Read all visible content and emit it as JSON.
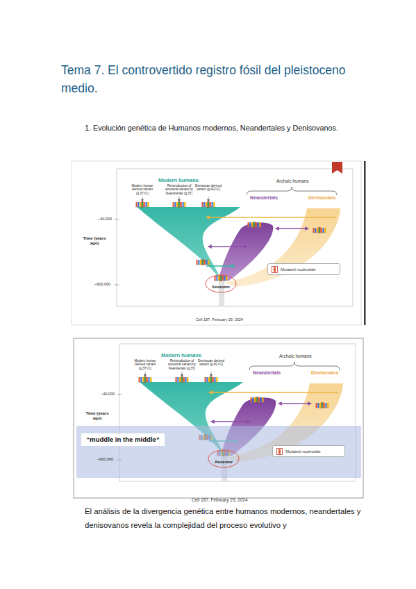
{
  "diagram": {
    "title": "Tema 7. El controvertido registro fósil del pleistoceno medio.",
    "nodes": [
      {
        "text": [
          "Ancestor"
        ]
      },
      {
        "text": [
          "“muddle in the middle”"
        ]
      },
      {
        "text": [
          "Ancestor"
        ]
      }
    ],
    "labels": [
      "1. Evolución genética de Humanos modernos, Neandertales y Denisovanos.",
      "Modern humans",
      "Modern human derived variant (g.3T>C)",
      "Reintroduction of ancestral variant by Neandertals (g.3T)",
      "Denisovan derived variant (g.4G>C)",
      "Archaic humans",
      "Neandertals",
      "Denisovans",
      "~40,000",
      "Time (years ago)",
      "~600,000",
      "Cell 187, February 29, 2024",
      "Modern humans",
      "Modern human derived variant (g.3T>C)",
      "Reintroduction of ancestral variant by Neandertals (g.3T)",
      "Denisovan derived variant (g.4G>C)",
      "Archaic humans",
      "Neandertals",
      "Denisovans",
      "~40,000",
      "Time (years ago)",
      "~600,000",
      "Cell 187, February 29, 2024",
      "El análisis de la divergencia genética entre humanos modernos, neandertales y denisovanos revela la complejidad del proceso evolutivo y"
    ],
    "legend": [
      {
        "text": "Mutated nucleotide"
      },
      {
        "text": "Mutated nucleotide"
      }
    ]
  }
}
